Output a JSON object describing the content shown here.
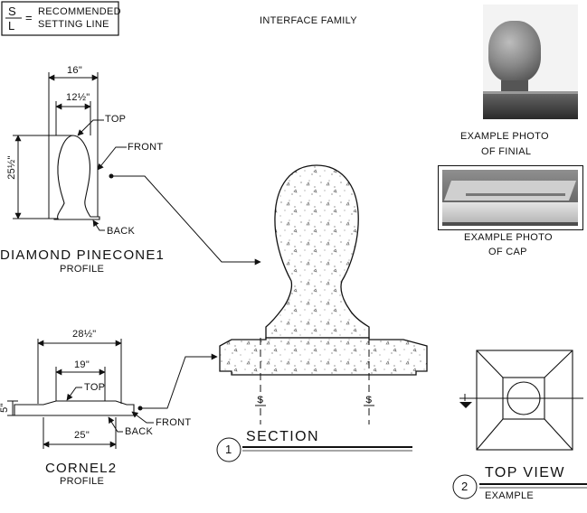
{
  "legend": {
    "symbol_top": "S",
    "symbol_bottom": "L",
    "eq": "=",
    "line1": "RECOMMENDED",
    "line2": "SETTING LINE"
  },
  "header": {
    "title": "INTERFACE FAMILY"
  },
  "pinecone": {
    "dim_overall": "16\"",
    "dim_inner": "12½\"",
    "dim_height": "25½\"",
    "top": "TOP",
    "front": "FRONT",
    "back": "BACK",
    "name": "DIAMOND PINECONE1",
    "sub": "PROFILE"
  },
  "cornel": {
    "dim_overall": "28½\"",
    "dim_top": "19\"",
    "dim_bottom": "25\"",
    "dim_height": "5\"",
    "top": "TOP",
    "front": "FRONT",
    "back": "BACK",
    "name": "CORNEL2",
    "sub": "PROFILE"
  },
  "photos": {
    "finial_line1": "EXAMPLE PHOTO",
    "finial_line2": "OF FINIAL",
    "cap_line1": "EXAMPLE PHOTO",
    "cap_line2": "OF CAP"
  },
  "section": {
    "number": "1",
    "title": "SECTION",
    "sl_left": "S",
    "sl_right": "S"
  },
  "topview": {
    "number": "2",
    "title": "TOP VIEW",
    "sub": "EXAMPLE"
  }
}
